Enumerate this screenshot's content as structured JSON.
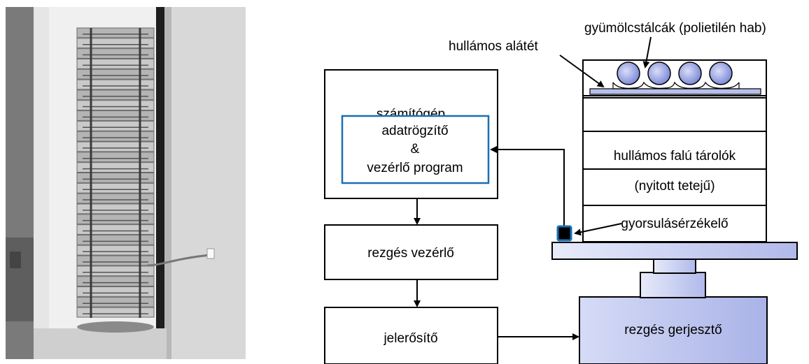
{
  "photo": {
    "description_icon": "photo-of-stacked-crates-on-vibration-table"
  },
  "diagram": {
    "computer_label": "számítógép",
    "program_lines": [
      "adatrögzítő",
      "&",
      "vezérlő program"
    ],
    "vibration_controller_label": "rezgés vezérlő",
    "amplifier_label": "jelerősítő",
    "shaker_label": "rezgés gerjesztő",
    "containers_label_line1": "hullámos falú tárolók",
    "containers_label_line2": "(nyitott tetejű)",
    "accelerometer_label": "gyorsulásérzékelő",
    "corrugated_pad_label": "hullámos alátét",
    "fruit_trays_label": "gyümölcstálcák (polietilén hab)"
  },
  "colors": {
    "program_box_border": "#1a6fb5",
    "fruit_fill": "#8e9be0",
    "pad_fill": "#b7c0ea",
    "shaker_fill": "#c4caf0",
    "sensor_fill": "#000000",
    "sensor_border": "#1a6fb5"
  }
}
